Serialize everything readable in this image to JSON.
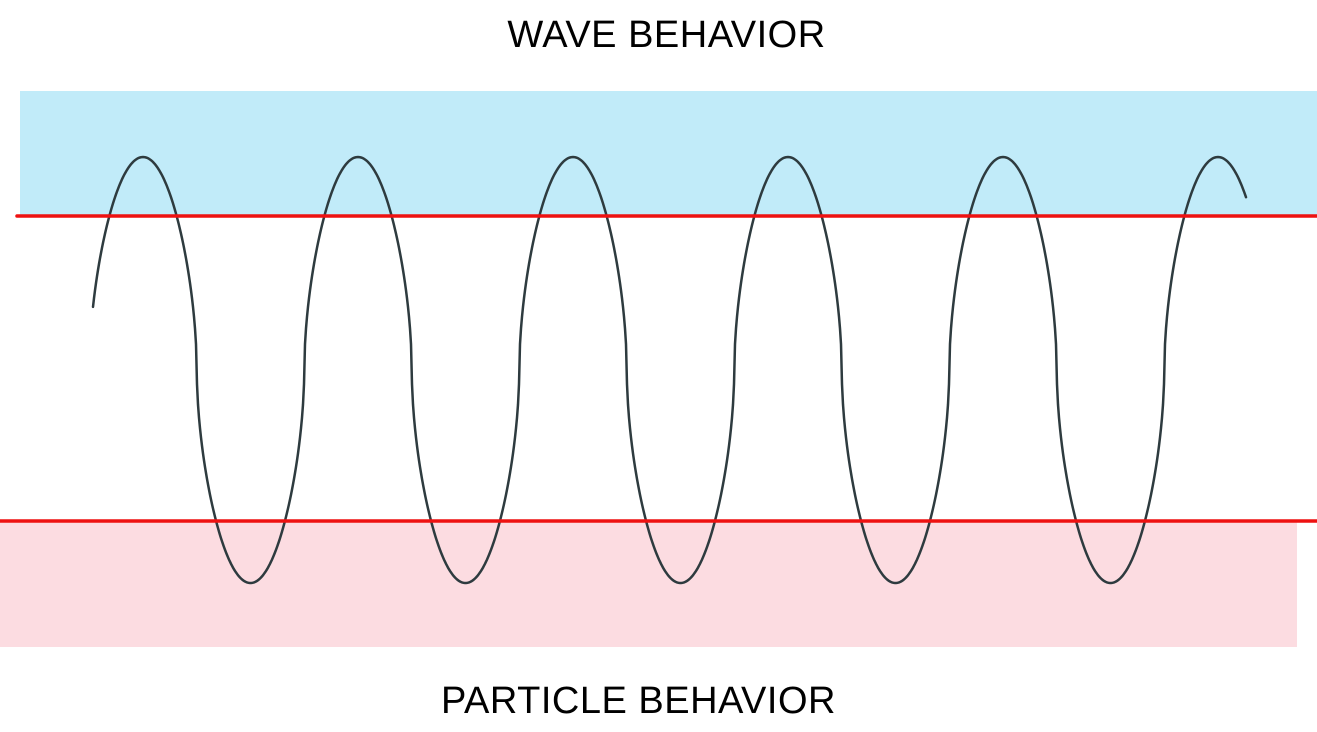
{
  "labels": {
    "top": "WAVE BEHAVIOR",
    "bottom": "PARTICLE BEHAVIOR"
  },
  "colors": {
    "wave_band": "#c1ebf9",
    "particle_band": "#fcdce1",
    "threshold_line": "#ee1111",
    "wave_stroke": "#2e3b3f"
  },
  "wave": {
    "cycles_peaks": 6,
    "cycles_troughs": 5
  }
}
